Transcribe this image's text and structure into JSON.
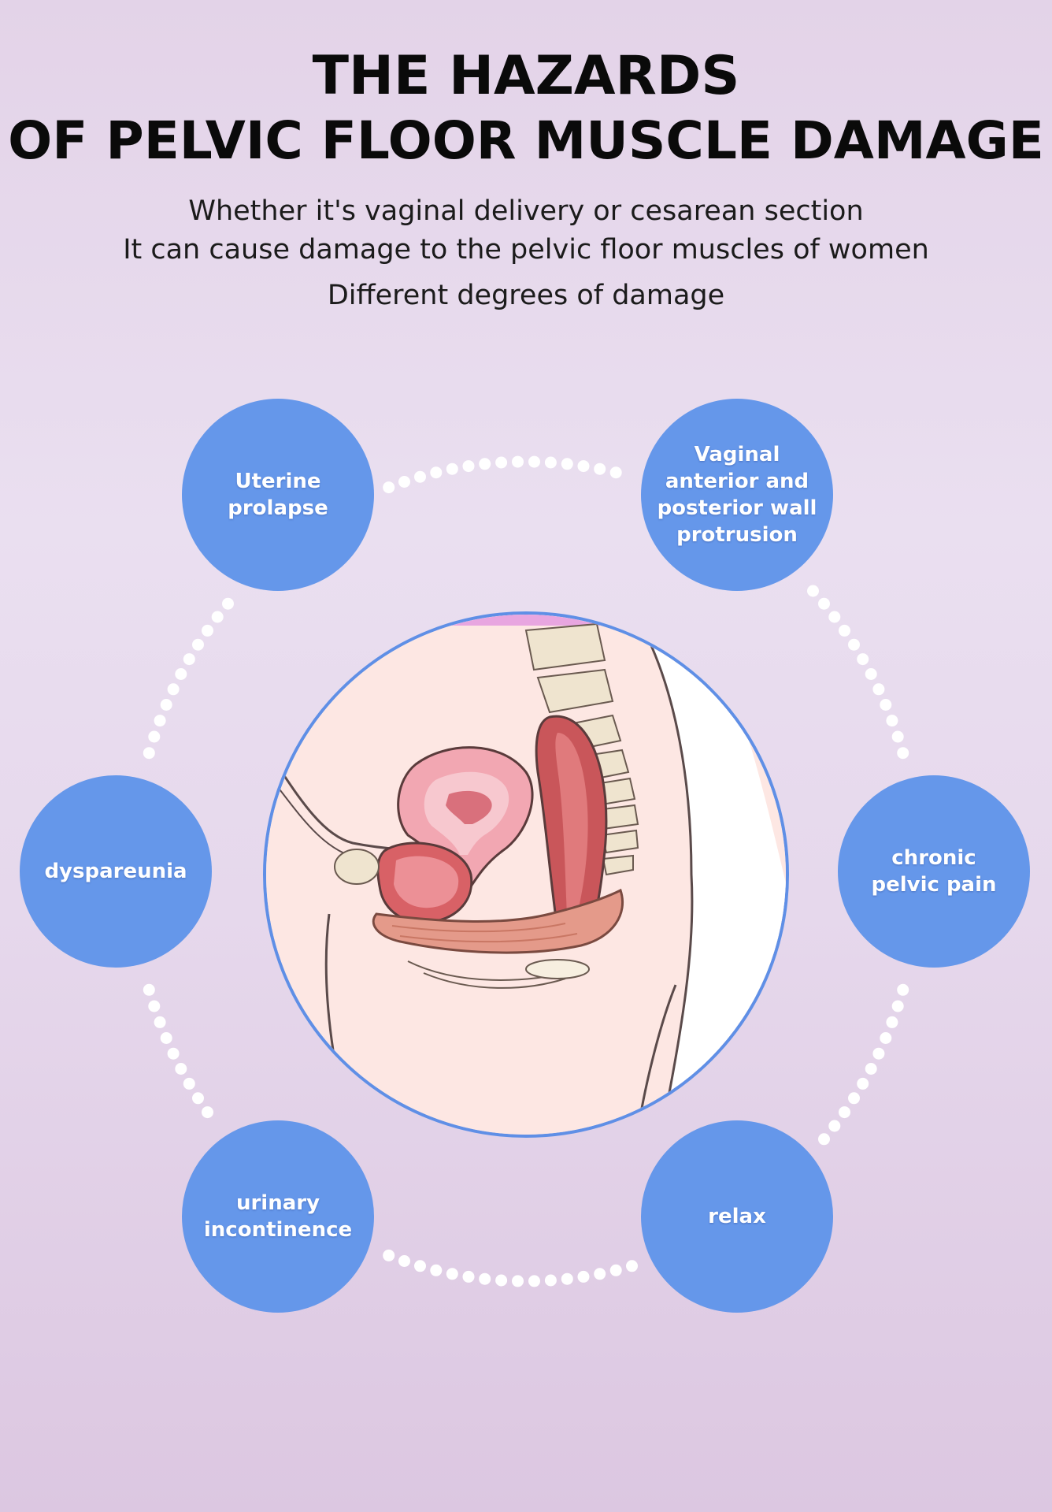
{
  "title": {
    "line1": "THE HAZARDS",
    "line2": "OF PELVIC FLOOR MUSCLE DAMAGE"
  },
  "subtitle": {
    "line1": "Whether it's vaginal delivery or cesarean section",
    "line2": "It can cause damage to the pelvic floor muscles of women",
    "line3": "Different degrees of damage"
  },
  "hazards": [
    {
      "label": "Uterine\nprolapse"
    },
    {
      "label": "Vaginal\nanterior and\nposterior wall\nprotrusion"
    },
    {
      "label": "dyspareunia"
    },
    {
      "label": "chronic\npelvic pain"
    },
    {
      "label": "urinary\nincontinence"
    },
    {
      "label": "relax"
    }
  ],
  "colors": {
    "bubble": "#6597ea",
    "ring_dots": "#ffffff",
    "center_border": "#5f8fe6",
    "title": "#0a0a0a"
  },
  "illustration": "pelvic-floor-anatomy-icon"
}
